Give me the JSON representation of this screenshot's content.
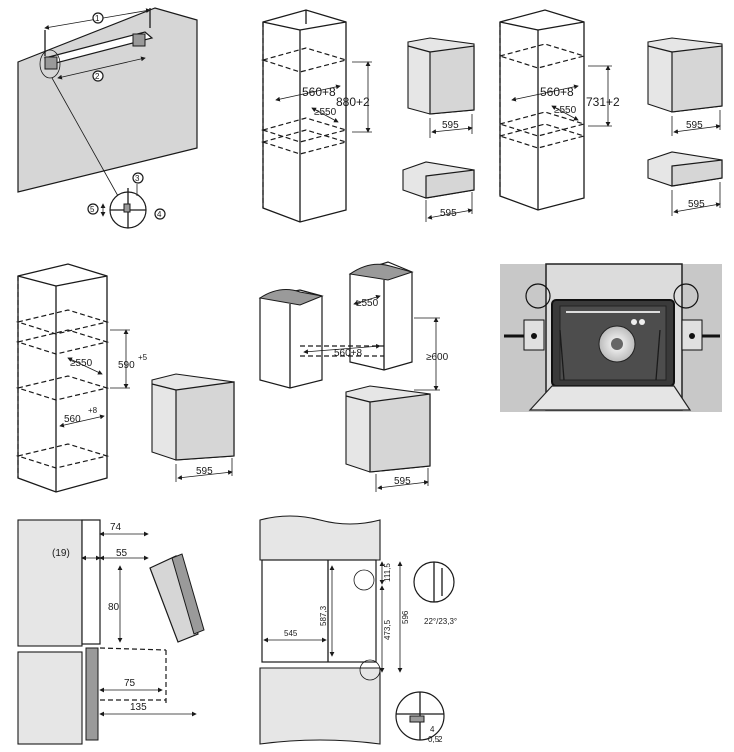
{
  "figure": {
    "title": "Built-in oven installation dimensions",
    "panels": [
      {
        "id": "door-front",
        "labels": [
          "1",
          "2",
          "3",
          "4",
          "5"
        ]
      },
      {
        "id": "tall-cabinet-a",
        "labels": [
          "560+8",
          "880+2",
          "≥550"
        ]
      },
      {
        "id": "oven-60",
        "labels": [
          "595"
        ]
      },
      {
        "id": "drawer-a",
        "labels": [
          "595"
        ]
      },
      {
        "id": "tall-cabinet-b",
        "labels": [
          "560+8",
          "731+2",
          "≥550"
        ]
      },
      {
        "id": "oven-45",
        "labels": [
          "595"
        ]
      },
      {
        "id": "drawer-b",
        "labels": [
          "595"
        ]
      },
      {
        "id": "tall-cabinet-c",
        "labels": [
          "590",
          "+5",
          "≥550",
          "560",
          "+8"
        ]
      },
      {
        "id": "oven-c",
        "labels": [
          "595"
        ]
      },
      {
        "id": "base-cabinet",
        "labels": [
          "≥550",
          "560+8",
          "≥600"
        ]
      },
      {
        "id": "oven-d",
        "labels": [
          "595"
        ]
      },
      {
        "id": "oven-interior-photo",
        "labels": []
      },
      {
        "id": "side-section",
        "labels": [
          "74",
          "(19)",
          "55",
          "80",
          "75",
          "135"
        ]
      },
      {
        "id": "front-section",
        "labels": [
          "545",
          "587,3",
          "473,5",
          "111,5",
          "596",
          "22°/23,3°",
          "4",
          "0,5",
          "2"
        ]
      }
    ]
  },
  "labels": {
    "p1": {
      "c1": "1",
      "c2": "2",
      "c3": "3",
      "c4": "4",
      "c5": "5"
    },
    "p2": {
      "width": "560+8",
      "height": "880+2",
      "depth": "≥550"
    },
    "p3": {
      "w1": "595",
      "w2": "595"
    },
    "p4": {
      "width": "560+8",
      "height": "731+2",
      "depth": "≥550"
    },
    "p5": {
      "w1": "595",
      "w2": "595"
    },
    "p6": {
      "height": "590",
      "height_sup": "+5",
      "depth": "≥550",
      "width": "560",
      "width_sup": "+8"
    },
    "p7": {
      "w": "595"
    },
    "p8": {
      "depth": "≥550",
      "width": "560+8",
      "height": "≥600",
      "w": "595"
    },
    "p10": {
      "d74": "74",
      "d19": "(19)",
      "d55": "55",
      "d80": "80",
      "d75": "75",
      "d135": "135"
    },
    "p11": {
      "w545": "545",
      "h5873": "587,3",
      "h4735": "473,5",
      "h1115": "111,5",
      "h596": "596",
      "angle": "22°/23,3°",
      "d4": "4",
      "d05": "0,5",
      "d2": "2"
    }
  },
  "colors": {
    "line": "#1a1a1a",
    "panel": "#d6d6d6",
    "light": "#e6e6e6",
    "photo_bg": "#c8c8c8",
    "photo_dark": "#222222"
  }
}
